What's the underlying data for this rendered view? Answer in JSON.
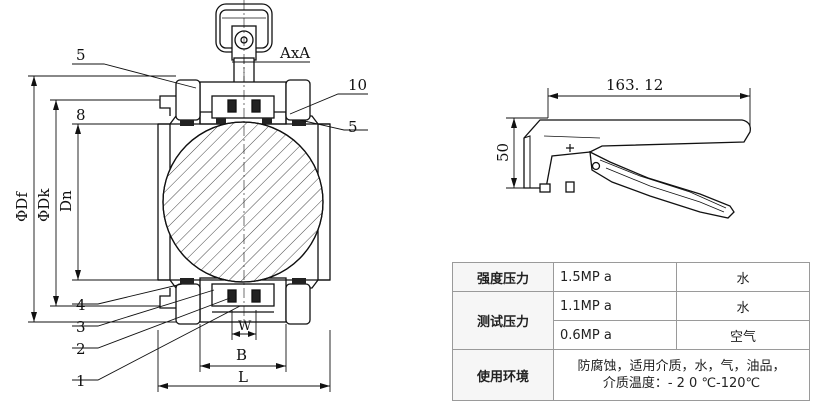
{
  "labels": {
    "p5_top": "5",
    "p10": "10",
    "p5_right": "5",
    "p8": "8",
    "p4": "4",
    "p3": "3",
    "p2": "2",
    "p1": "1",
    "axa": "AxA",
    "df": "ΦDf",
    "dk": "ΦDk",
    "dn": "Dn",
    "w": "W",
    "b": "B",
    "l": "L",
    "handle_length": "163. 12",
    "handle_height": "50"
  },
  "spec_table": {
    "rows": [
      {
        "label": "强度压力",
        "value": "1.5MP a",
        "medium": "水"
      },
      {
        "label": "测试压力",
        "value": "1.1MP a",
        "medium": "水"
      },
      {
        "label": "",
        "value": "0.6MP a",
        "medium": "空气"
      }
    ],
    "environment": {
      "label": "使用环境",
      "line1": "防腐蚀，适用介质，水，气，油品，",
      "line2": "介质温度：- 2 0 ℃-120℃"
    }
  }
}
